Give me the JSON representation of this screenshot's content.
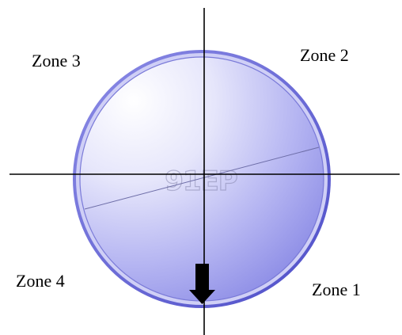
{
  "zones": {
    "zone1": "Zone 1",
    "zone2": "Zone 2",
    "zone3": "Zone 3",
    "zone4": "Zone 4"
  },
  "watermark": "91EP",
  "colors": {
    "disc_rim": "#6a6ad0",
    "disc_fill_light": "#ffffff",
    "disc_fill_dark": "#8c8cf0",
    "axis": "#000000",
    "arrow": "#000000"
  }
}
